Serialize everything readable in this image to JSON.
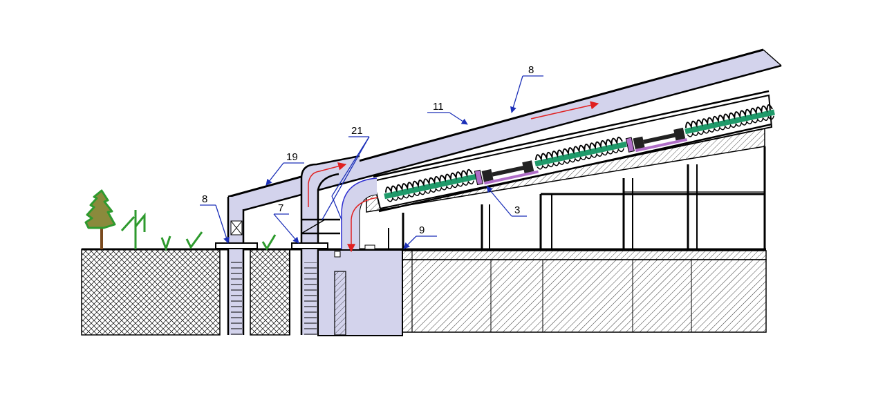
{
  "colors": {
    "duct_fill": "#d3d3ec",
    "ink": "#000000",
    "leader": "#1b2fb8",
    "flow_arrow": "#e02020",
    "auger_green": "#1f9a6a",
    "coupling_purple": "#b06ec8",
    "tree_fill": "#8a8a3c",
    "tree_outline": "#2e9a2e",
    "grass": "#2e9a2e"
  },
  "labels": {
    "top_duct": "8",
    "roof_layer": "11",
    "left_duct": "19",
    "inner_duct": "21",
    "left_well": "8",
    "mid_well": "7",
    "collector": "3",
    "wall": "9"
  }
}
